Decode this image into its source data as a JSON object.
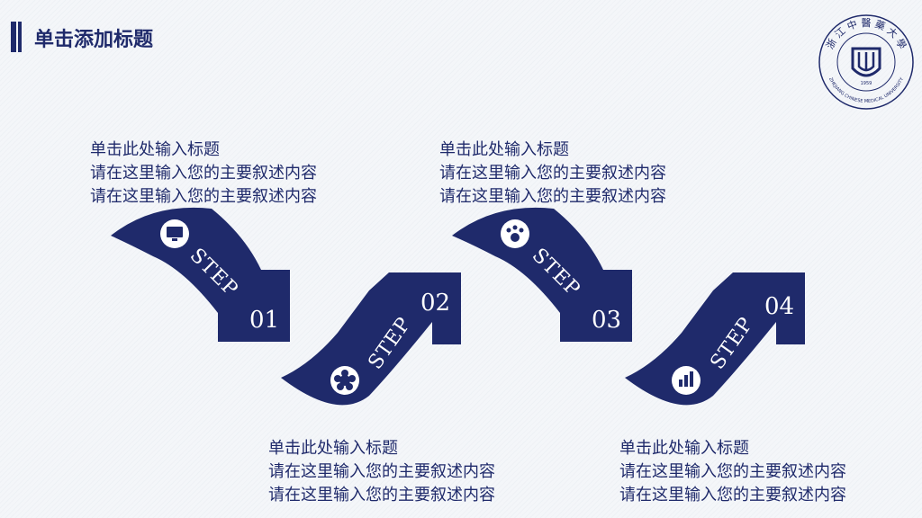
{
  "header": {
    "title": "单击添加标题"
  },
  "logo": {
    "ring_text": "浙 江 中 醫 藥 大 學",
    "english_text": "ZHEJIANG CHINESE MEDICAL UNIVERSITY",
    "year": "1959"
  },
  "steps": [
    {
      "label": "STEP",
      "number": "01",
      "icon": "monitor-icon",
      "title": "单击此处输入标题",
      "lines": [
        "请在这里输入您的主要叙述内容",
        "请在这里输入您的主要叙述内容"
      ]
    },
    {
      "label": "STEP",
      "number": "02",
      "icon": "flower-icon",
      "title": "单击此处输入标题",
      "lines": [
        "请在这里输入您的主要叙述内容",
        "请在这里输入您的主要叙述内容"
      ]
    },
    {
      "label": "STEP",
      "number": "03",
      "icon": "paw-icon",
      "title": "单击此处输入标题",
      "lines": [
        "请在这里输入您的主要叙述内容",
        "请在这里输入您的主要叙述内容"
      ]
    },
    {
      "label": "STEP",
      "number": "04",
      "icon": "bar-chart-icon",
      "title": "单击此处输入标题",
      "lines": [
        "请在这里输入您的主要叙述内容",
        "请在这里输入您的主要叙述内容"
      ]
    }
  ],
  "colors": {
    "primary": "#1f2a6b",
    "text": "#1f2a6b",
    "icon": "#ffffff"
  }
}
